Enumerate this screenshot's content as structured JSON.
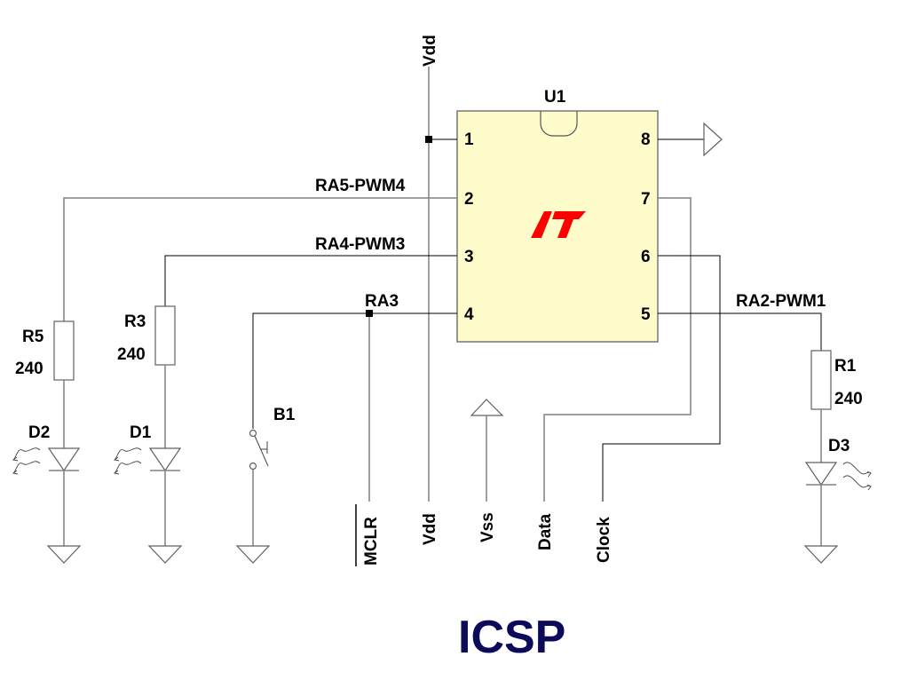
{
  "schematic": {
    "title": "ICSP",
    "chip": {
      "ref": "U1",
      "left_pins": [
        "1",
        "2",
        "3",
        "4"
      ],
      "right_pins": [
        "8",
        "7",
        "6",
        "5"
      ],
      "body_color": "#fffccc",
      "logo_color": "#ff0000"
    },
    "nets": {
      "vdd_top": "Vdd",
      "ra5": "RA5-PWM4",
      "ra4": "RA4-PWM3",
      "ra3": "RA3",
      "ra2": "RA2-PWM1"
    },
    "components": {
      "r5": {
        "ref": "R5",
        "value": "240"
      },
      "r3": {
        "ref": "R3",
        "value": "240"
      },
      "r1": {
        "ref": "R1",
        "value": "240"
      },
      "d2": {
        "ref": "D2"
      },
      "d1": {
        "ref": "D1"
      },
      "d3": {
        "ref": "D3"
      },
      "b1": {
        "ref": "B1"
      }
    },
    "icsp_labels": {
      "mclr": "MCLR",
      "vdd": "Vdd",
      "vss": "Vss",
      "data": "Data",
      "clock": "Clock"
    }
  }
}
